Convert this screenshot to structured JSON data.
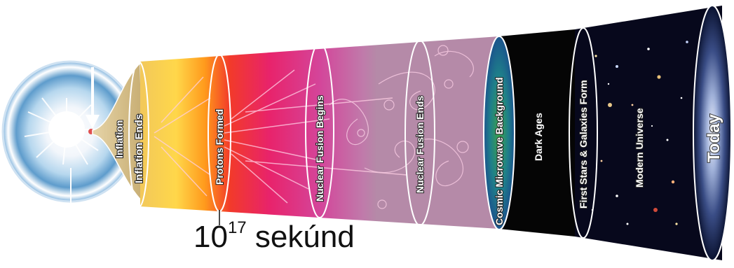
{
  "labels": {
    "inflation": "Inflation",
    "inflation_ends": "Inflation Ends",
    "protons_formed": "Protons Formed",
    "nuclear_fusion_begins": "Nuclear Fusion Begins",
    "nuclear_fusion_ends": "Nuclear Fusion Ends",
    "cosmic_microwave_background": "Cosmic Microwave Background",
    "dark_ages": "Dark Ages",
    "first_stars": "First Stars & Galaxies Form",
    "modern_universe": "Modern Universe",
    "today": "Today"
  },
  "time": {
    "base": "10",
    "exponent": "17",
    "unit": "sekúnd"
  },
  "colors": {
    "inflation_sphere": "#8fc4e6",
    "inflation_cone": "#c8b48a",
    "early_hot": "#ffb21c",
    "plasma": "#e8236b",
    "fusion": "#c86aa8",
    "cmb": "#2a8a7a",
    "dark_ages": "#050505",
    "space": "#07081c"
  }
}
